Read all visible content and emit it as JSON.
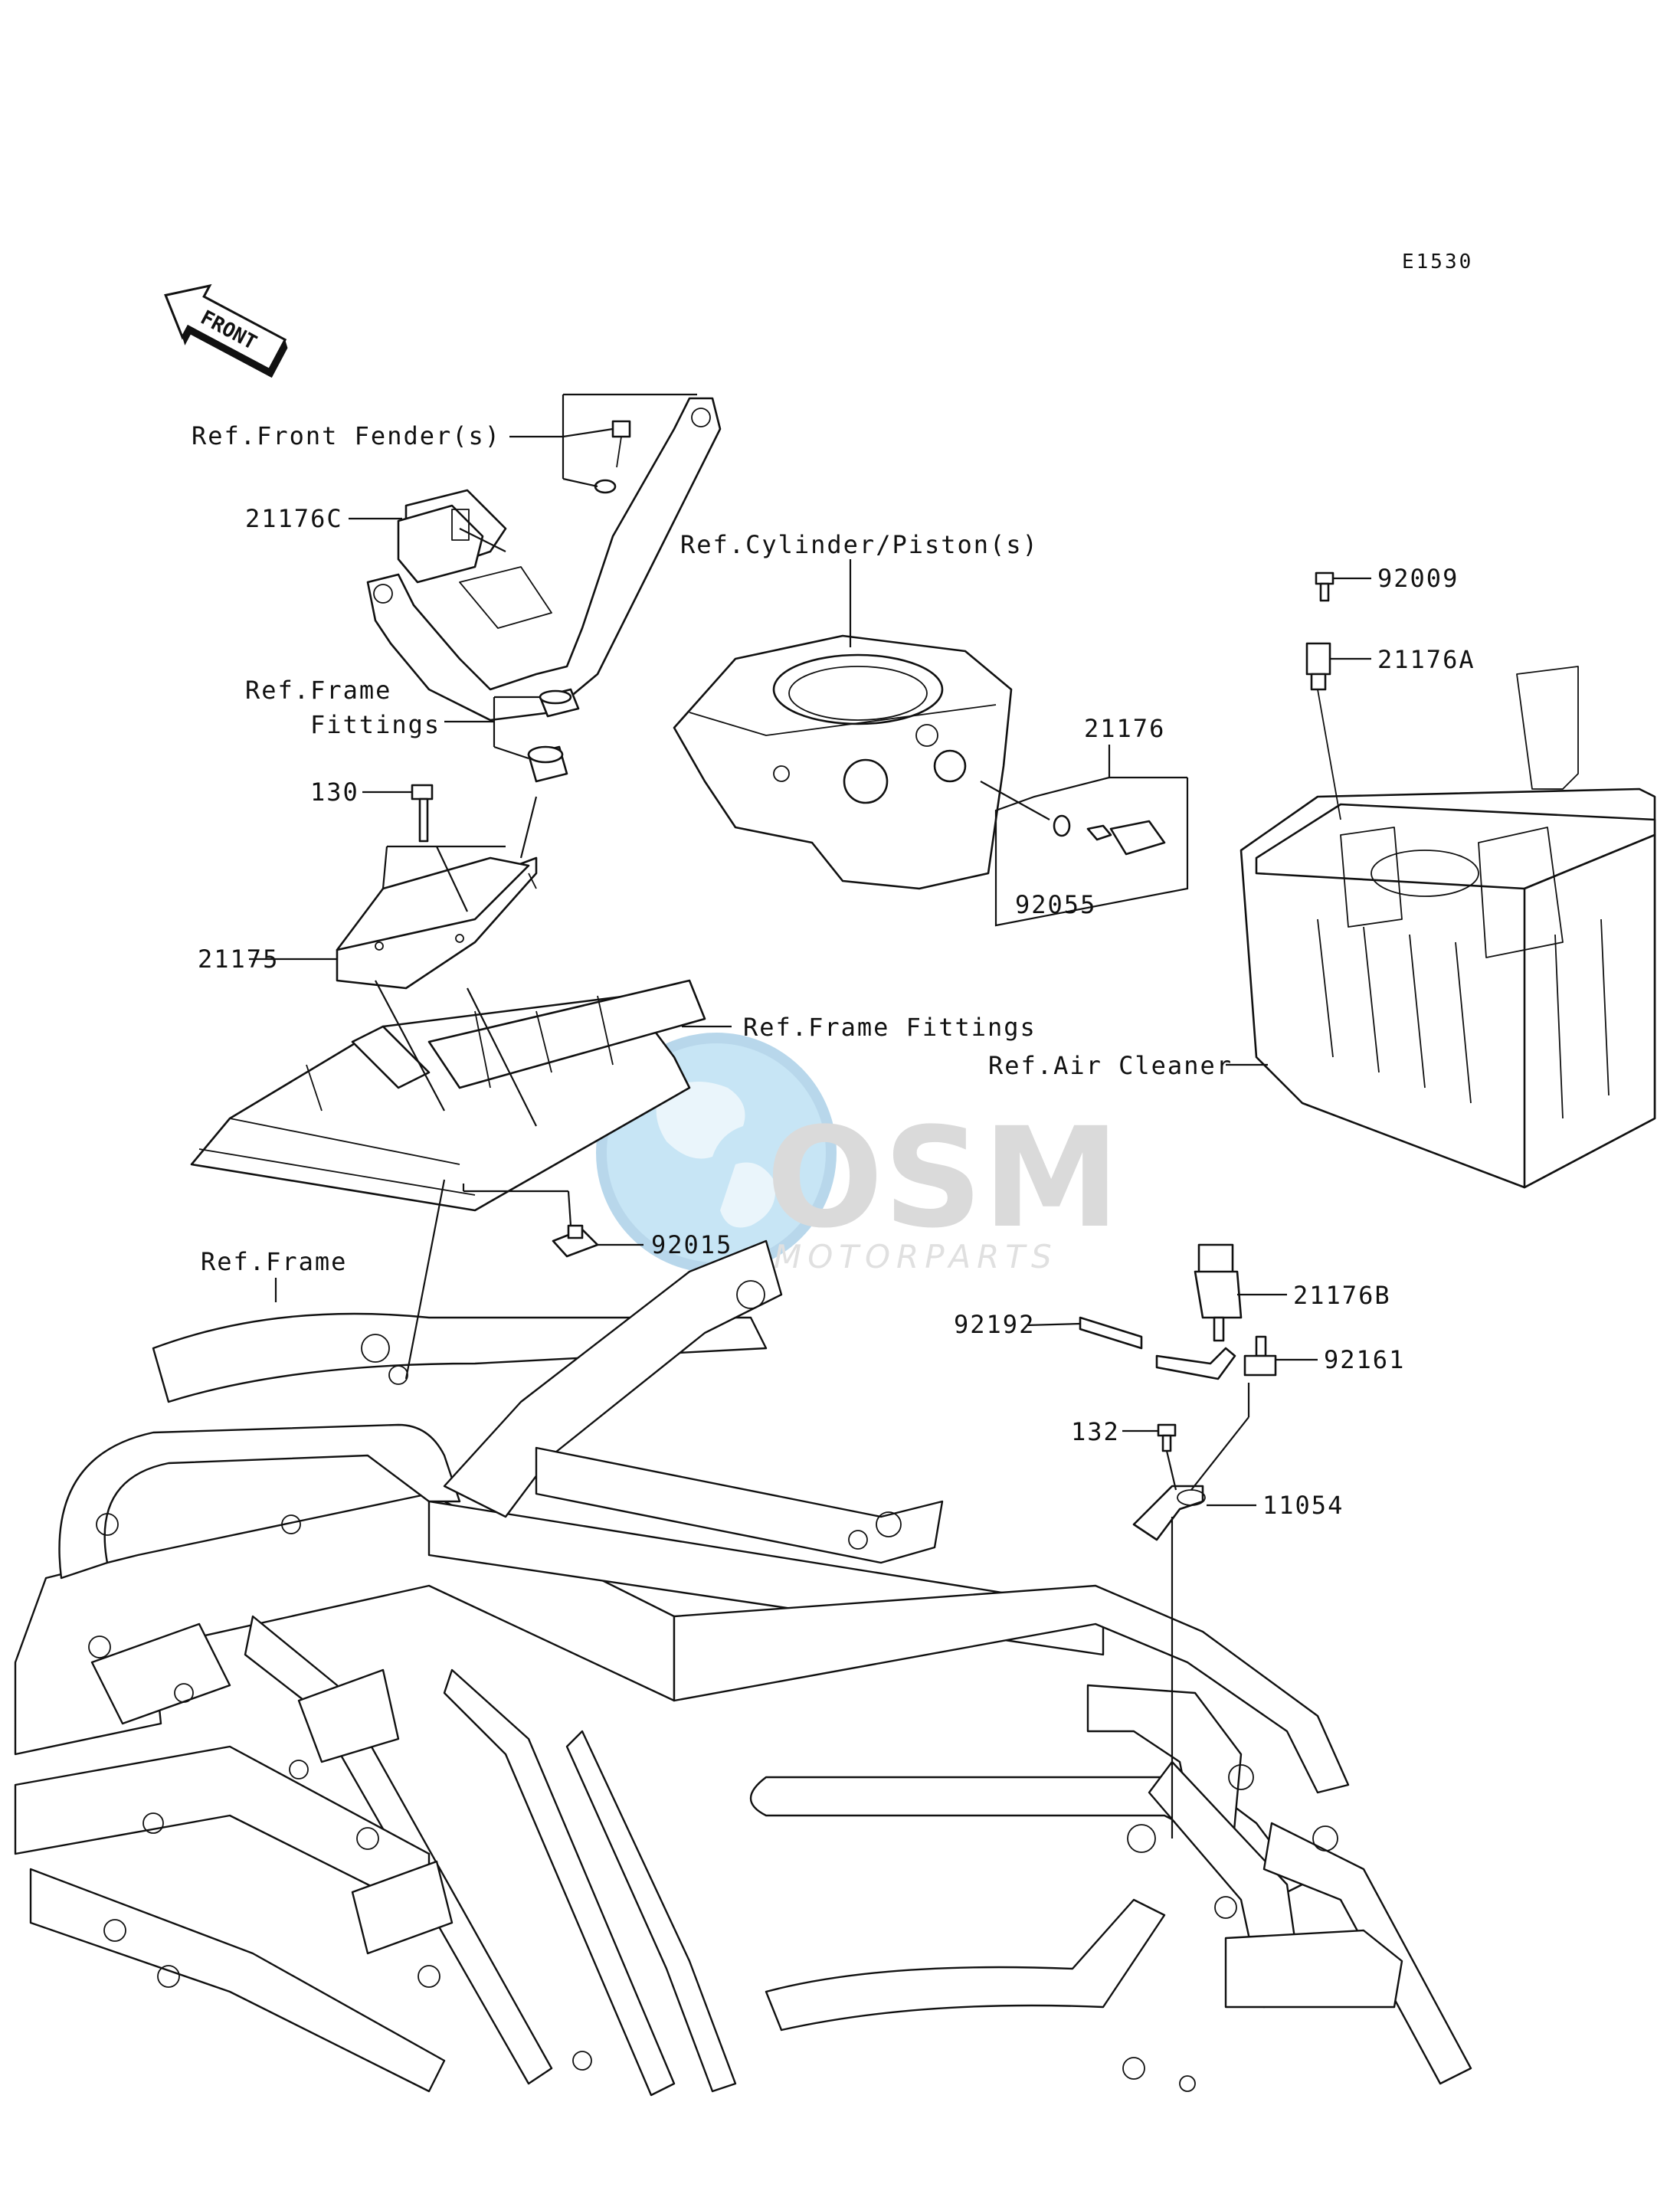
{
  "diagram_code": "E1530",
  "front_badge": "FRONT",
  "watermark": {
    "brand": "OSM",
    "sub": "MOTORPARTS"
  },
  "callouts": {
    "ref_front_fender": "Ref.Front Fender(s)",
    "p21176C": "21176C",
    "ref_frame_fittings_1": "Ref.Frame",
    "ref_frame_fittings_2": "Fittings",
    "p130": "130",
    "p21175": "21175",
    "ref_frame_fittings_b": "Ref.Frame Fittings",
    "p92015": "92015",
    "ref_frame": "Ref.Frame",
    "ref_cylinder": "Ref.Cylinder/Piston(s)",
    "p21176": "21176",
    "p92055": "92055",
    "p92009": "92009",
    "p21176A": "21176A",
    "ref_air_cleaner": "Ref.Air Cleaner",
    "p92192": "92192",
    "p21176B": "21176B",
    "p92161": "92161",
    "p132": "132",
    "p11054": "11054"
  }
}
